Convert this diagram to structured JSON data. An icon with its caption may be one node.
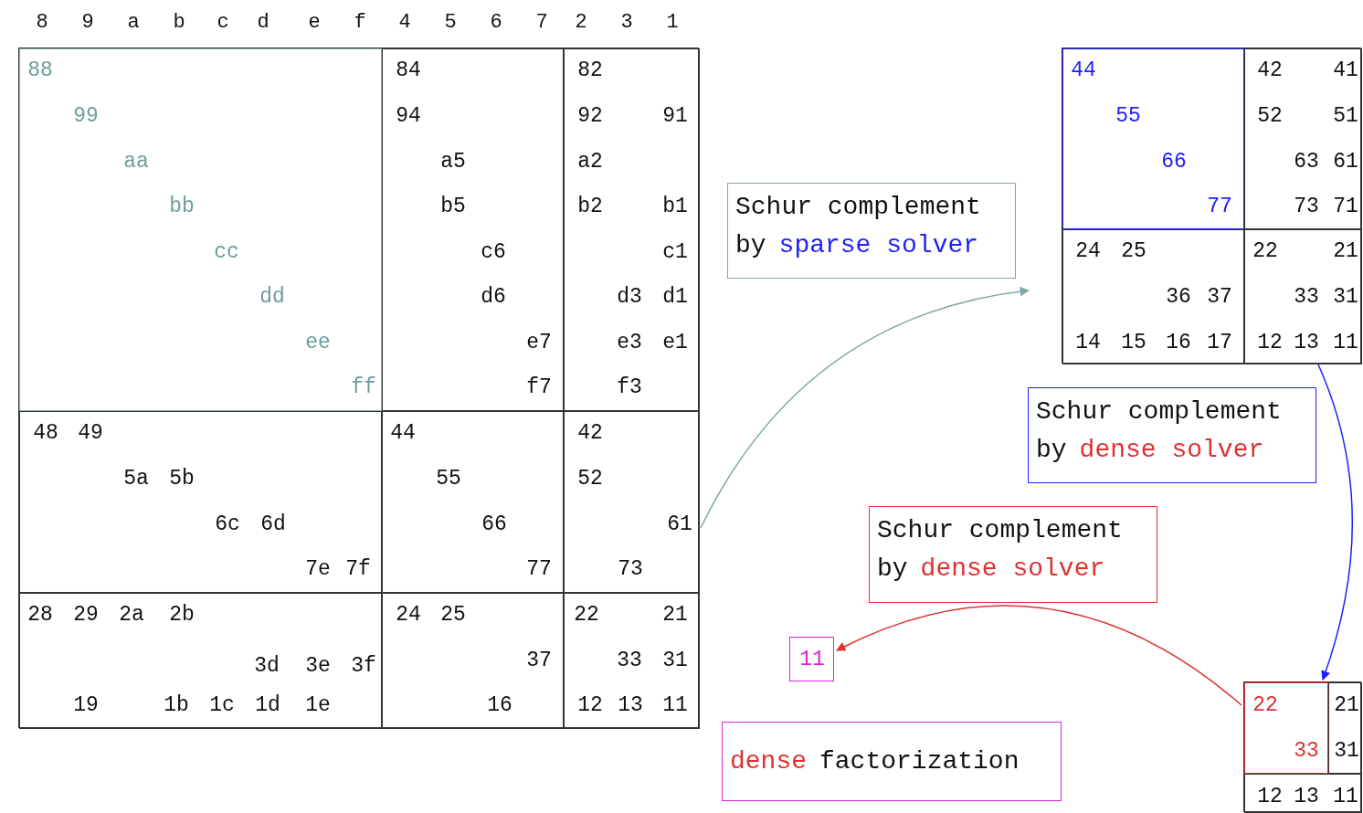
{
  "diagram": {
    "nodes": [
      {
        "text": [],
        "shape": "box"
      },
      {
        "text": [
          "88",
          "99",
          "aa",
          "bb",
          "cc",
          "dd",
          "ee",
          "ff"
        ],
        "in": 0
      },
      {
        "text": [
          "84",
          "94",
          "a5",
          "b5",
          "c6",
          "d6",
          "e7",
          "f7"
        ],
        "in": 0
      },
      {
        "text": [
          "82",
          "92",
          "91",
          "a2",
          "b2",
          "b1",
          "c1",
          "d3",
          "d1",
          "e3",
          "e1",
          "f3"
        ],
        "in": 0
      },
      {
        "text": [
          "48",
          "49",
          "5a",
          "5b",
          "6c",
          "6d",
          "7e",
          "7f"
        ],
        "in": 0
      },
      {
        "text": [
          "44",
          "55",
          "66",
          "77"
        ],
        "in": 0
      },
      {
        "text": [
          "42",
          "52",
          "61",
          "73"
        ],
        "in": 0
      },
      {
        "text": [
          "28",
          "29",
          "2a",
          "2b",
          "3d",
          "3e",
          "3f",
          "19",
          "1b",
          "1c",
          "1d",
          "1e"
        ],
        "in": 0
      },
      {
        "text": [
          "24",
          "25",
          "37",
          "16"
        ],
        "in": 0
      },
      {
        "text": [
          "22",
          "21",
          "33",
          "31",
          "12",
          "13",
          "11"
        ],
        "in": 0
      },
      {
        "text": [
          "Schur complement",
          "by",
          "sparse solver"
        ]
      },
      {
        "text": [],
        "shape": "box"
      },
      {
        "text": [
          "44",
          "55",
          "66",
          "77"
        ],
        "in": 11
      },
      {
        "text": [
          "42",
          "41",
          "52",
          "51",
          "63",
          "61",
          "73",
          "71"
        ],
        "in": 11
      },
      {
        "text": [
          "24",
          "25",
          "36",
          "37",
          "14",
          "15",
          "16",
          "17"
        ],
        "in": 11
      },
      {
        "text": [
          "22",
          "21",
          "33",
          "31",
          "12",
          "13",
          "11"
        ],
        "in": 11
      },
      {
        "text": [
          "Schur complement",
          "by",
          "dense solver"
        ]
      },
      {
        "text": [
          "Schur complement",
          "by",
          "dense solver"
        ]
      },
      {
        "text": [
          "11"
        ]
      },
      {
        "text": [
          "dense",
          "factorization"
        ]
      },
      {
        "text": [],
        "shape": "box"
      },
      {
        "text": [
          "22",
          "33"
        ],
        "in": 20
      },
      {
        "text": [
          "21",
          "31"
        ],
        "in": 20
      },
      {
        "text": [
          "12",
          "13",
          "11"
        ],
        "in": 20
      }
    ],
    "edges": [
      {
        "from": 0,
        "to": 11,
        "arrow": "to",
        "color": "#7fa7a7"
      },
      {
        "from": 11,
        "to": 20,
        "arrow": "to",
        "color": "#2020ff"
      },
      {
        "from": 21,
        "to": 18,
        "arrow": "to",
        "color": "#e03030"
      }
    ],
    "labels": [
      "8",
      "9",
      "a",
      "b",
      "c",
      "d",
      "e",
      "f",
      "4",
      "5",
      "6",
      "7",
      "2",
      "3",
      "1"
    ]
  }
}
